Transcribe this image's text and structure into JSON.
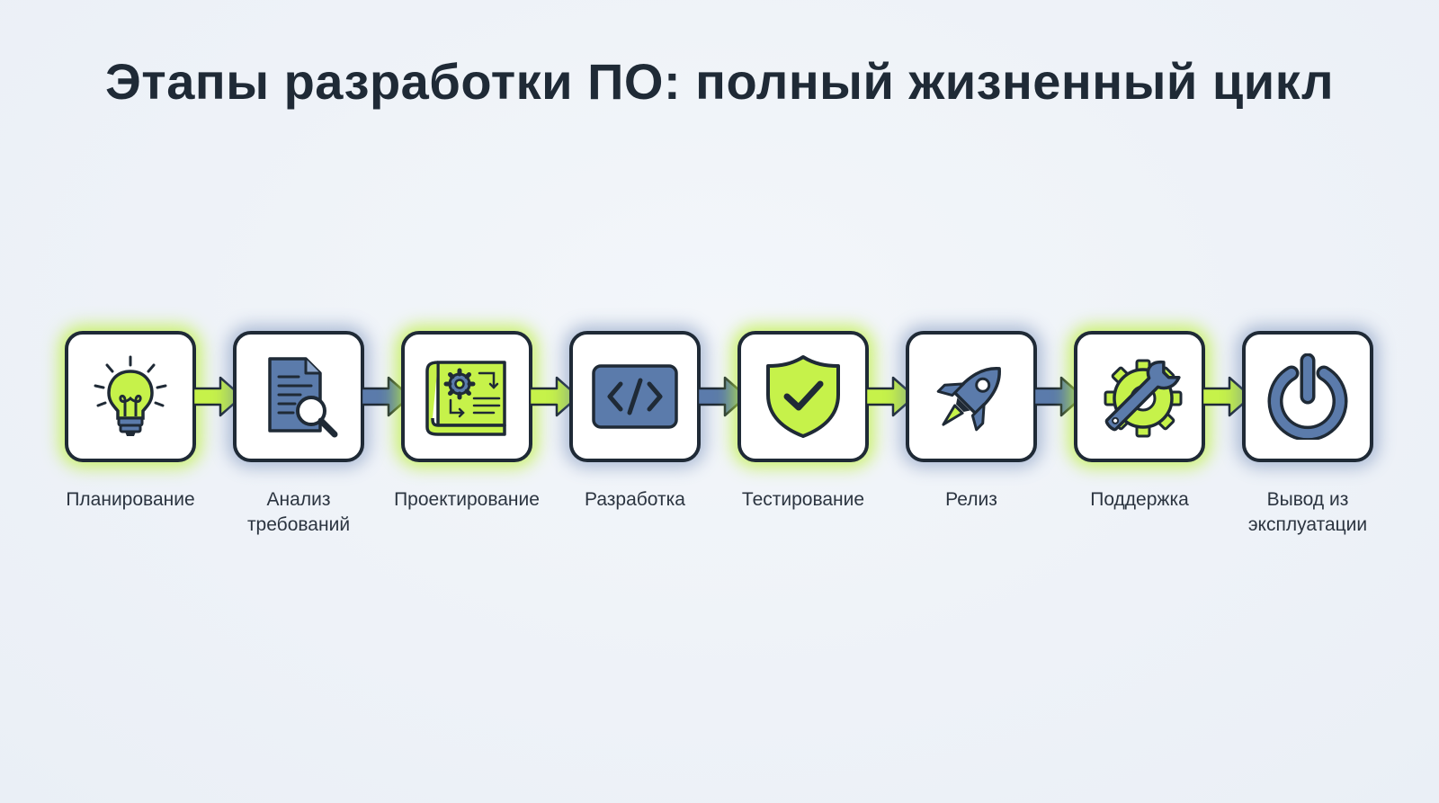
{
  "title": "Этапы разработки ПО: полный жизненный цикл",
  "colors": {
    "accent_green": "#c6f24a",
    "accent_blue": "#5b7bab",
    "outline": "#1f2a36"
  },
  "steps": [
    {
      "label": "Планирование",
      "icon": "lightbulb-icon"
    },
    {
      "label": "Анализ требований",
      "icon": "document-search-icon"
    },
    {
      "label": "Проектирование",
      "icon": "blueprint-gear-icon"
    },
    {
      "label": "Разработка",
      "icon": "code-icon"
    },
    {
      "label": "Тестирование",
      "icon": "shield-check-icon"
    },
    {
      "label": "Релиз",
      "icon": "rocket-icon"
    },
    {
      "label": "Поддержка",
      "icon": "wrench-gear-icon"
    },
    {
      "label": "Вывод из эксплуатации",
      "icon": "power-icon"
    }
  ]
}
